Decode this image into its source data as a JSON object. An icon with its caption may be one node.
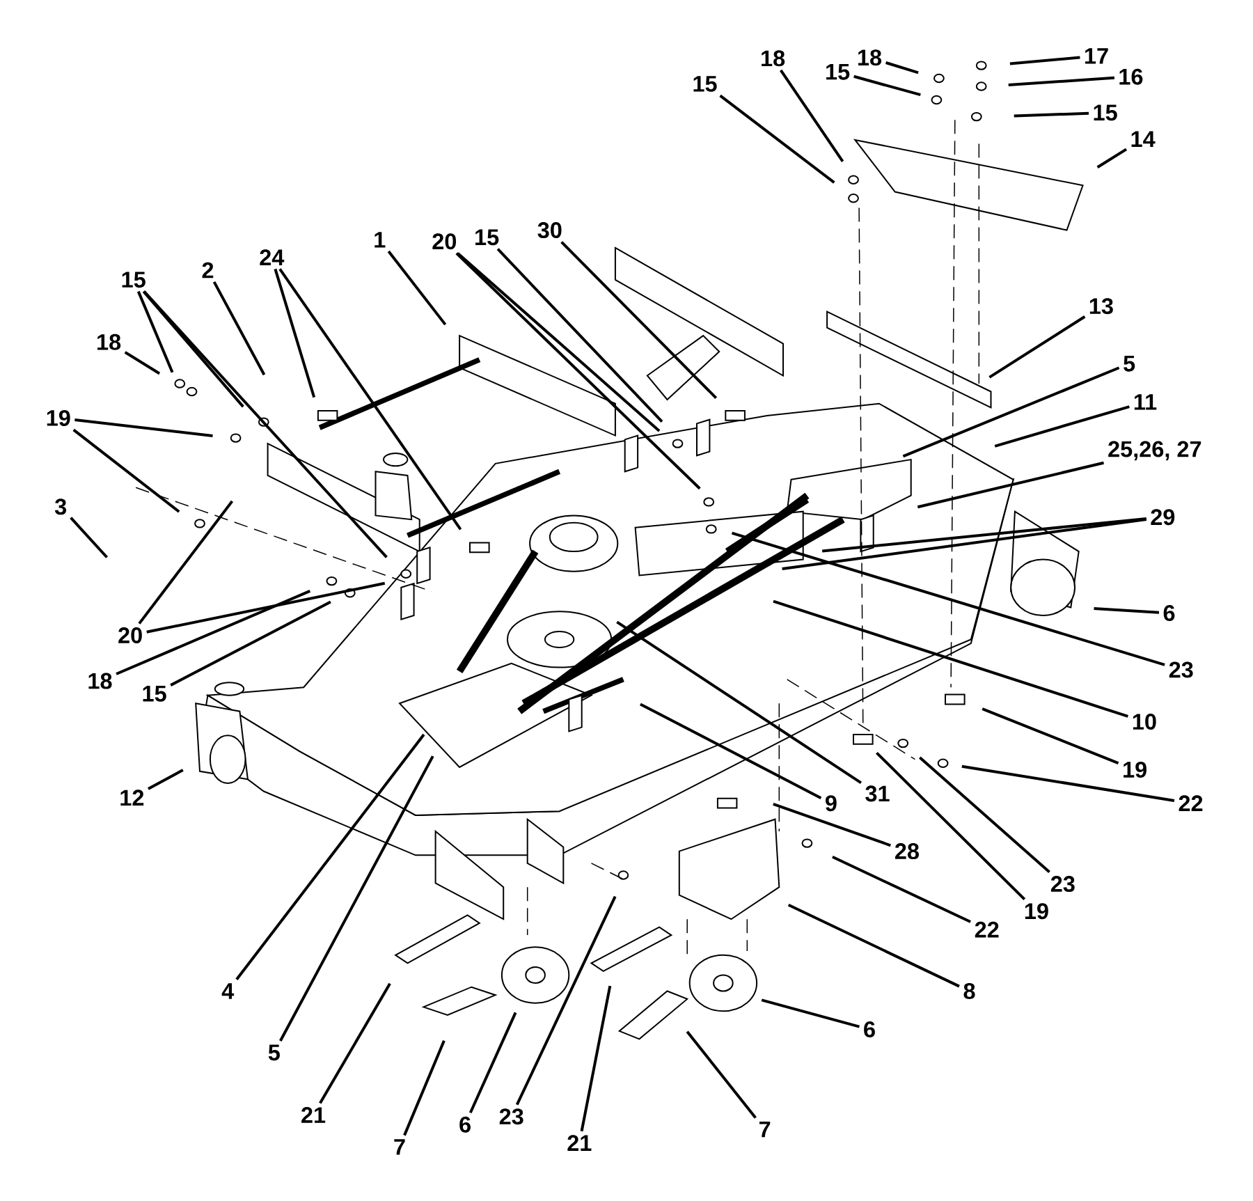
{
  "diagram": {
    "nodes": [
      {
        "text": [
          "15"
        ]
      },
      {
        "text": [
          "18"
        ]
      },
      {
        "text": [
          "18"
        ]
      },
      {
        "text": [
          "15"
        ]
      },
      {
        "text": [
          "17"
        ]
      },
      {
        "text": [
          "16"
        ]
      },
      {
        "text": [
          "15"
        ]
      },
      {
        "text": [
          "14"
        ]
      },
      {
        "text": [
          "1"
        ]
      },
      {
        "text": [
          "20"
        ]
      },
      {
        "text": [
          "15"
        ]
      },
      {
        "text": [
          "30"
        ]
      },
      {
        "text": [
          "13"
        ]
      },
      {
        "text": [
          "5"
        ]
      },
      {
        "text": [
          "11"
        ]
      },
      {
        "text": [
          "25,26, 27"
        ]
      },
      {
        "text": [
          "29"
        ]
      },
      {
        "text": [
          "6"
        ]
      },
      {
        "text": [
          "23"
        ]
      },
      {
        "text": [
          "10"
        ]
      },
      {
        "text": [
          "19"
        ]
      },
      {
        "text": [
          "22"
        ]
      },
      {
        "text": [
          "15"
        ]
      },
      {
        "text": [
          "18"
        ]
      },
      {
        "text": [
          "2"
        ]
      },
      {
        "text": [
          "24"
        ]
      },
      {
        "text": [
          "19"
        ]
      },
      {
        "text": [
          "3"
        ]
      },
      {
        "text": [
          "20"
        ]
      },
      {
        "text": [
          "18"
        ]
      },
      {
        "text": [
          "15"
        ]
      },
      {
        "text": [
          "12"
        ]
      },
      {
        "text": [
          "4"
        ]
      },
      {
        "text": [
          "5"
        ]
      },
      {
        "text": [
          "21"
        ]
      },
      {
        "text": [
          "7"
        ]
      },
      {
        "text": [
          "6"
        ]
      },
      {
        "text": [
          "23"
        ]
      },
      {
        "text": [
          "21"
        ]
      },
      {
        "text": [
          "7"
        ]
      },
      {
        "text": [
          "6"
        ]
      },
      {
        "text": [
          "8"
        ]
      },
      {
        "text": [
          "22"
        ]
      },
      {
        "text": [
          "28"
        ]
      },
      {
        "text": [
          "9"
        ]
      },
      {
        "text": [
          "31"
        ]
      },
      {
        "text": [
          "19"
        ]
      },
      {
        "text": [
          "23"
        ]
      }
    ],
    "edges": [
      {
        "from": 0,
        "to": null,
        "arrow": "none"
      },
      {
        "from": 1,
        "to": null,
        "arrow": "none"
      },
      {
        "from": 2,
        "to": null,
        "arrow": "none"
      },
      {
        "from": 3,
        "to": null,
        "arrow": "none"
      },
      {
        "from": 4,
        "to": null,
        "arrow": "none"
      },
      {
        "from": 5,
        "to": null,
        "arrow": "none"
      },
      {
        "from": 6,
        "to": null,
        "arrow": "none"
      },
      {
        "from": 7,
        "to": null,
        "arrow": "none"
      },
      {
        "from": 8,
        "to": null,
        "arrow": "none"
      },
      {
        "from": 9,
        "to": null,
        "arrow": "none"
      },
      {
        "from": 9,
        "to": null,
        "arrow": "none"
      },
      {
        "from": 10,
        "to": null,
        "arrow": "none"
      },
      {
        "from": 11,
        "to": null,
        "arrow": "none"
      },
      {
        "from": 12,
        "to": null,
        "arrow": "none"
      },
      {
        "from": 13,
        "to": null,
        "arrow": "none"
      },
      {
        "from": 14,
        "to": null,
        "arrow": "none"
      },
      {
        "from": 15,
        "to": null,
        "arrow": "none"
      },
      {
        "from": 16,
        "to": null,
        "arrow": "none"
      },
      {
        "from": 16,
        "to": null,
        "arrow": "none"
      },
      {
        "from": 17,
        "to": null,
        "arrow": "none"
      },
      {
        "from": 18,
        "to": null,
        "arrow": "none"
      },
      {
        "from": 19,
        "to": null,
        "arrow": "none"
      },
      {
        "from": 20,
        "to": null,
        "arrow": "none"
      },
      {
        "from": 21,
        "to": null,
        "arrow": "none"
      },
      {
        "from": 22,
        "to": null,
        "arrow": "none"
      },
      {
        "from": 22,
        "to": null,
        "arrow": "none"
      },
      {
        "from": 22,
        "to": null,
        "arrow": "none"
      },
      {
        "from": 23,
        "to": null,
        "arrow": "none"
      },
      {
        "from": 24,
        "to": null,
        "arrow": "none"
      },
      {
        "from": 25,
        "to": null,
        "arrow": "none"
      },
      {
        "from": 25,
        "to": null,
        "arrow": "none"
      },
      {
        "from": 26,
        "to": null,
        "arrow": "none"
      },
      {
        "from": 26,
        "to": null,
        "arrow": "none"
      },
      {
        "from": 27,
        "to": null,
        "arrow": "none"
      },
      {
        "from": 28,
        "to": null,
        "arrow": "none"
      },
      {
        "from": 28,
        "to": null,
        "arrow": "none"
      },
      {
        "from": 29,
        "to": null,
        "arrow": "none"
      },
      {
        "from": 30,
        "to": null,
        "arrow": "none"
      },
      {
        "from": 31,
        "to": null,
        "arrow": "none"
      },
      {
        "from": 32,
        "to": null,
        "arrow": "none"
      },
      {
        "from": 33,
        "to": null,
        "arrow": "none"
      },
      {
        "from": 34,
        "to": null,
        "arrow": "none"
      },
      {
        "from": 35,
        "to": null,
        "arrow": "none"
      },
      {
        "from": 36,
        "to": null,
        "arrow": "none"
      },
      {
        "from": 37,
        "to": null,
        "arrow": "none"
      },
      {
        "from": 38,
        "to": null,
        "arrow": "none"
      },
      {
        "from": 39,
        "to": null,
        "arrow": "none"
      },
      {
        "from": 40,
        "to": null,
        "arrow": "none"
      },
      {
        "from": 41,
        "to": null,
        "arrow": "none"
      },
      {
        "from": 42,
        "to": null,
        "arrow": "none"
      },
      {
        "from": 43,
        "to": null,
        "arrow": "none"
      },
      {
        "from": 44,
        "to": null,
        "arrow": "none"
      },
      {
        "from": 45,
        "to": null,
        "arrow": "none"
      },
      {
        "from": 46,
        "to": null,
        "arrow": "none"
      },
      {
        "from": 47,
        "to": null,
        "arrow": "none"
      }
    ]
  }
}
